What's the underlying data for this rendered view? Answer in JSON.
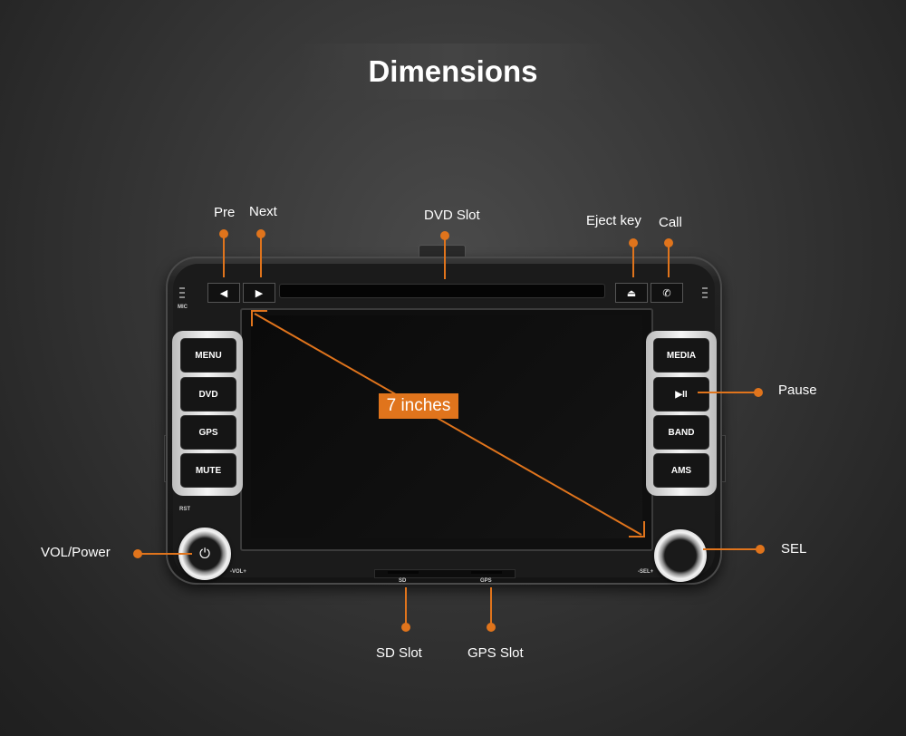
{
  "title": "Dimensions",
  "diagonal_label": "7 inches",
  "callouts": {
    "pre": "Pre",
    "next": "Next",
    "dvd_slot": "DVD Slot",
    "eject_key": "Eject key",
    "call": "Call",
    "pause": "Pause",
    "vol_power": "VOL/Power",
    "sel": "SEL",
    "sd_slot": "SD Slot",
    "gps_slot": "GPS Slot"
  },
  "device": {
    "left_buttons": [
      "MENU",
      "DVD",
      "GPS",
      "MUTE"
    ],
    "right_buttons": [
      "MEDIA",
      "▶II",
      "BAND",
      "AMS"
    ],
    "mic_label": "MIC",
    "rst_label": "RST",
    "vol_label": "-VOL+",
    "sel_label": "-SEL+",
    "sd_label": "SD",
    "gps_label": "GPS"
  },
  "colors": {
    "accent": "#e0741c",
    "background": "#333333"
  }
}
